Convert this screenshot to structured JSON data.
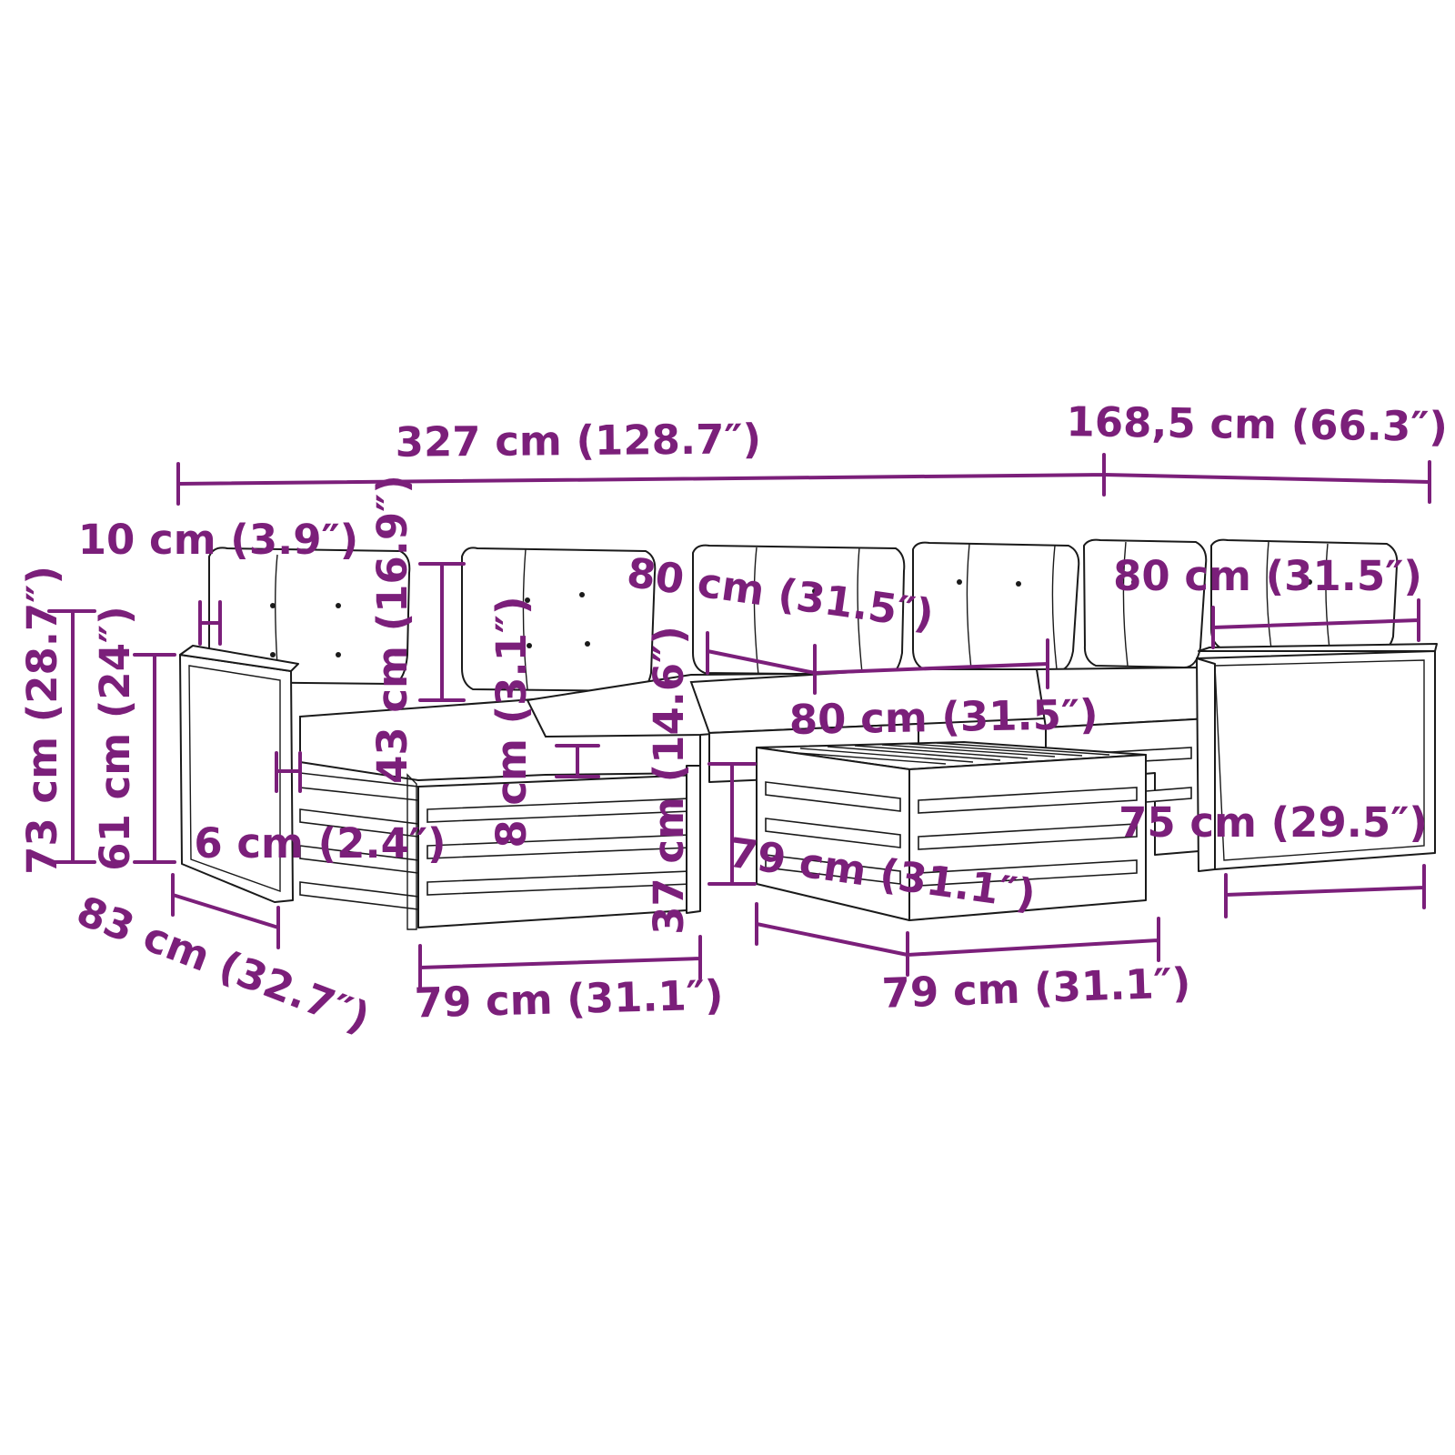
{
  "colors": {
    "dimension": "#7b1f7a",
    "outline": "#1a1a1a",
    "background": "#ffffff"
  },
  "dimensions": {
    "total_length": "327 cm (128.7″)",
    "total_depth": "168,5 cm (66.3″)",
    "arm_width": "10 cm (3.9″)",
    "back_height": "43 cm (16.9″)",
    "cushion_thickness": "8 cm (3.1″)",
    "seat_width_middle": "80 cm (31.5″)",
    "seat_width_right": "80 cm (31.5″)",
    "table_width": "80 cm (31.5″)",
    "total_height": "73 cm (28.7″)",
    "arm_height": "61 cm (24″)",
    "leg_height": "6 cm (2.4″)",
    "seat_height": "37 cm (14.6″)",
    "table_depth": "79 cm (31.1″)",
    "corner_depth": "75 cm (29.5″)",
    "module_depth": "83 cm (32.7″)",
    "module_width": "79 cm (31.1″)",
    "table_length": "79 cm (31.1″)"
  }
}
